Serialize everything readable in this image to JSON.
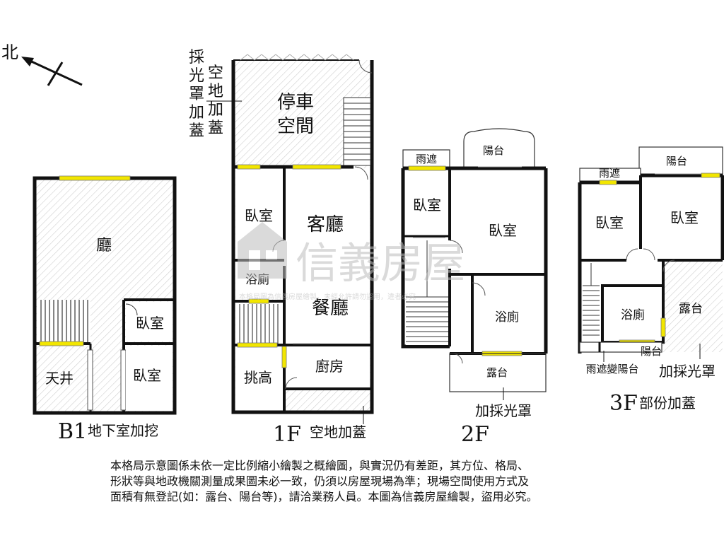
{
  "compass": {
    "north": "北"
  },
  "watermark": {
    "brand": "信義房屋",
    "fine_print": "本格局圖為信義房屋繪製，未經允許請勿盜用，違者必究"
  },
  "floors": {
    "b1": {
      "caption": "B1",
      "caption_note": "地下室加挖",
      "rooms": {
        "hall": "廳",
        "bedroom_a": "臥室",
        "bedroom_b": "臥室",
        "lightwell": "天井"
      }
    },
    "f1": {
      "caption": "1F",
      "caption_note": "空地加蓋",
      "annotations": {
        "skylight_cover": [
          "採",
          "光",
          "罩",
          "加",
          "蓋"
        ],
        "open_space_cover": [
          "空",
          "地",
          "加",
          "蓋"
        ]
      },
      "rooms": {
        "parking_1": "停車",
        "parking_2": "空間",
        "bedroom": "臥室",
        "living": "客廳",
        "bath": "浴廁",
        "dining": "餐廳",
        "loft": "挑高",
        "kitchen": "廚房"
      }
    },
    "f2": {
      "caption": "2F",
      "caption_note": "加採光罩",
      "rooms": {
        "canopy": "雨遮",
        "balcony": "陽台",
        "bedroom_a": "臥室",
        "bedroom_b": "臥室",
        "bath": "浴廁",
        "terrace": "露台"
      }
    },
    "f3": {
      "caption": "3F",
      "caption_note": "部份加蓋",
      "annotations": {
        "canopy_to_balcony": "雨遮變陽台",
        "skylight_added": "加採光罩"
      },
      "rooms": {
        "canopy": "雨遮",
        "balcony_top": "陽台",
        "bedroom_a": "臥室",
        "bedroom_b": "臥室",
        "bath": "浴廁",
        "terrace": "露台",
        "balcony_bottom": "陽台"
      }
    }
  },
  "disclaimer": {
    "lines": [
      "本格局示意圖係未依一定比例縮小繪製之概繪圖，與實況仍有差距，其方位、格局、",
      "形狀等與地政機關測量成果圖未必一致，仍須以房屋現場為準；現場空間使用方式及",
      "面積有無登記(如：露台、陽台等)，請洽業務人員。本圖為信義房屋繪製，盜用必究。"
    ]
  },
  "colors": {
    "wall": "#111111",
    "window": "#f2e600",
    "hatch": "#c8c8c8",
    "watermark": "#c9c9c9"
  }
}
